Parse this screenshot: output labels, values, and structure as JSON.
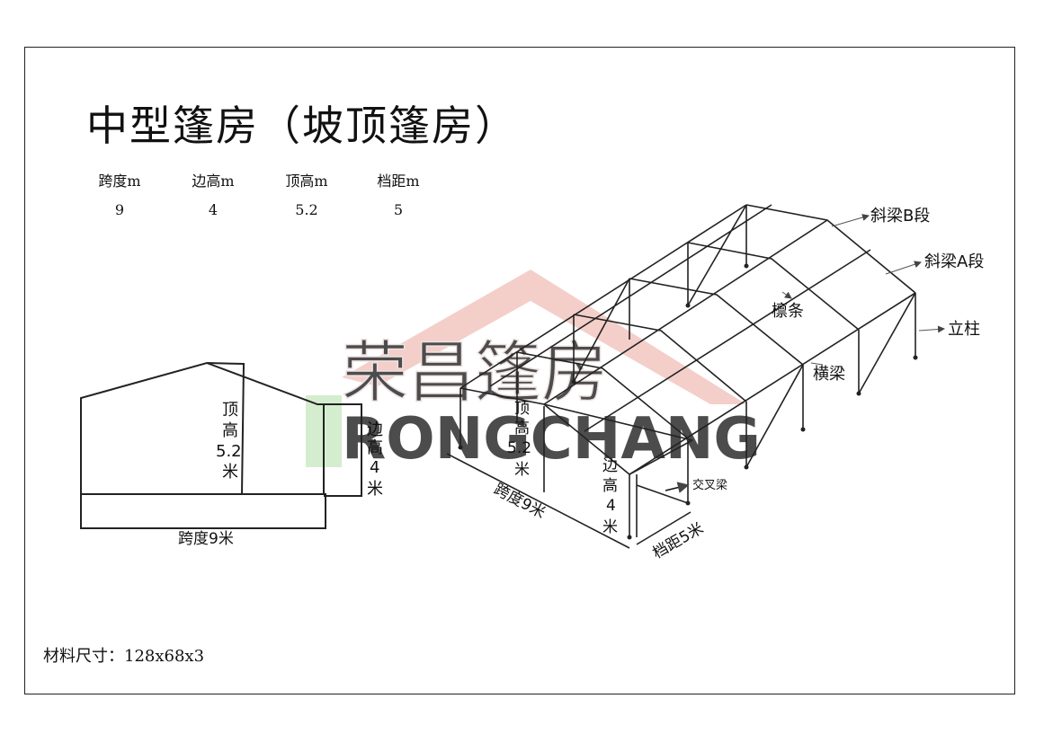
{
  "title": "中型篷房（坡顶篷房）",
  "specs": [
    {
      "label": "跨度m",
      "value": "9"
    },
    {
      "label": "边高m",
      "value": "4"
    },
    {
      "label": "顶高m",
      "value": "5.2"
    },
    {
      "label": "档距m",
      "value": "5"
    }
  ],
  "material": "材料尺寸：128x68x3",
  "watermark": {
    "cn": "荣昌篷房",
    "en": "RONGCHANG",
    "color": "#e8b0a8",
    "green": "#b8e0b0"
  },
  "side_view": {
    "apex_label": [
      "顶",
      "高",
      "5.2",
      "米"
    ],
    "eave_label": [
      "边",
      "高",
      "4",
      "米"
    ],
    "span_label": "跨度9米"
  },
  "frame_view": {
    "labels": {
      "rafter_b": "斜梁B段",
      "rafter_a": "斜梁A段",
      "purlin": "檩条",
      "column": "立柱",
      "crossbeam": "横梁",
      "bracing": "交叉梁",
      "apex": [
        "顶",
        "高",
        "5.2",
        "米"
      ],
      "eave": [
        "边",
        "高",
        "4",
        "米"
      ],
      "span": "跨度9米",
      "bay": "档距5米"
    }
  }
}
